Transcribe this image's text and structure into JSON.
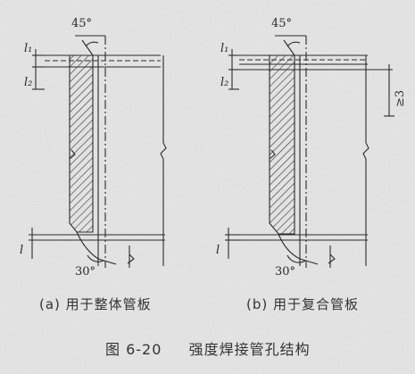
{
  "figure": {
    "caption_number": "图 6-20",
    "caption_title": "强度焊接管孔结构"
  },
  "panels": [
    {
      "caption": "(a) 用于整体管板",
      "angle_top": "45°",
      "angle_bottom": "30°",
      "dim_t1": "l₁",
      "dim_t2": "l₂",
      "dim_l": "l"
    },
    {
      "caption": "(b) 用于复合管板",
      "angle_top": "45°",
      "angle_bottom": "30°",
      "dim_t1": "l₁",
      "dim_t2": "l₂",
      "dim_l": "l",
      "dim_right": "≥3"
    }
  ]
}
